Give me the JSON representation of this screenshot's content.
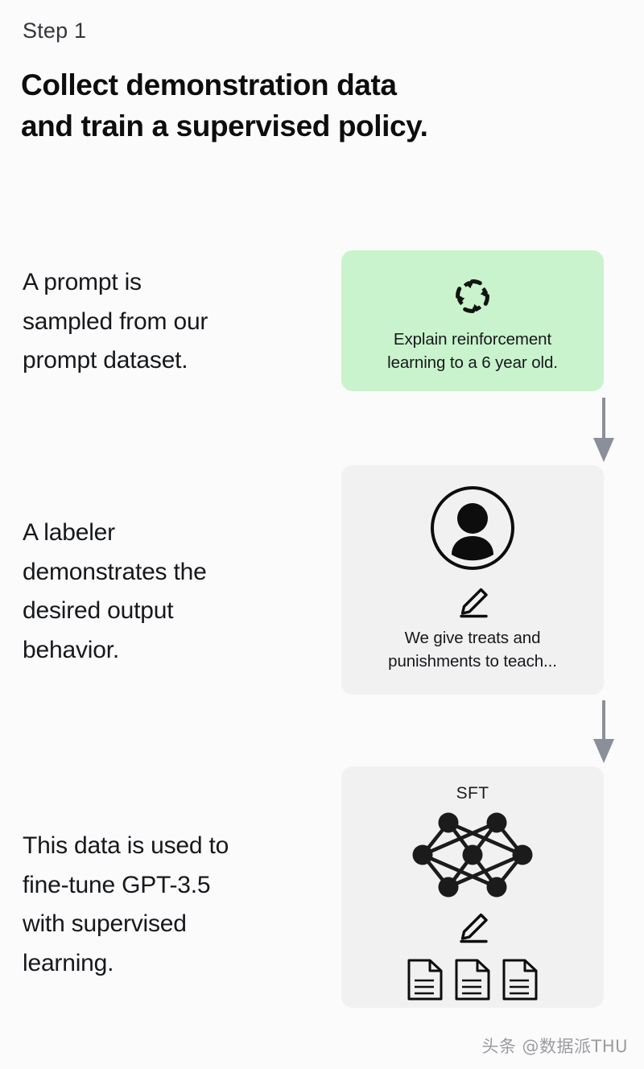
{
  "header": {
    "step_label": "Step 1",
    "headline_lines": [
      "Collect demonstration data",
      "and train a supervised policy."
    ]
  },
  "descriptions": [
    {
      "id": "prompt-sampling",
      "lines": [
        "A prompt is",
        "sampled from our",
        "prompt dataset."
      ]
    },
    {
      "id": "labeler-demonstration",
      "lines": [
        "A labeler",
        "demonstrates the",
        "desired output",
        "behavior."
      ]
    },
    {
      "id": "supervised-finetune",
      "lines": [
        "This data is used to",
        "fine-tune GPT-3.5",
        "with supervised",
        "learning."
      ]
    }
  ],
  "cards": [
    {
      "id": "prompt-card",
      "background_color": "#c9f3cd",
      "icon": "cycle-arrows-icon",
      "caption_lines": [
        "Explain reinforcement",
        "learning to a 6 year old."
      ]
    },
    {
      "id": "labeler-card",
      "background_color": "#f1f1f1",
      "icons": [
        "person-circle-icon",
        "pencil-icon"
      ],
      "caption_lines": [
        "We give treats and",
        "punishments to teach..."
      ]
    },
    {
      "id": "sft-card",
      "background_color": "#f1f1f1",
      "title": "SFT",
      "icons": [
        "neural-network-icon",
        "pencil-icon",
        "document-icon"
      ],
      "document_count": 3
    }
  ],
  "arrows": [
    {
      "id": "arrow-prompt-to-labeler",
      "direction": "down",
      "color": "#8b8f9a"
    },
    {
      "id": "arrow-labeler-to-sft",
      "direction": "down",
      "color": "#8b8f9a"
    }
  ],
  "watermark": {
    "text": "头条 @数据派THU"
  },
  "colors": {
    "page_background": "#fbfbfb",
    "green_card": "#c9f3cd",
    "gray_card": "#f1f1f1",
    "text": "#16181c",
    "arrow": "#8b8f9a"
  }
}
